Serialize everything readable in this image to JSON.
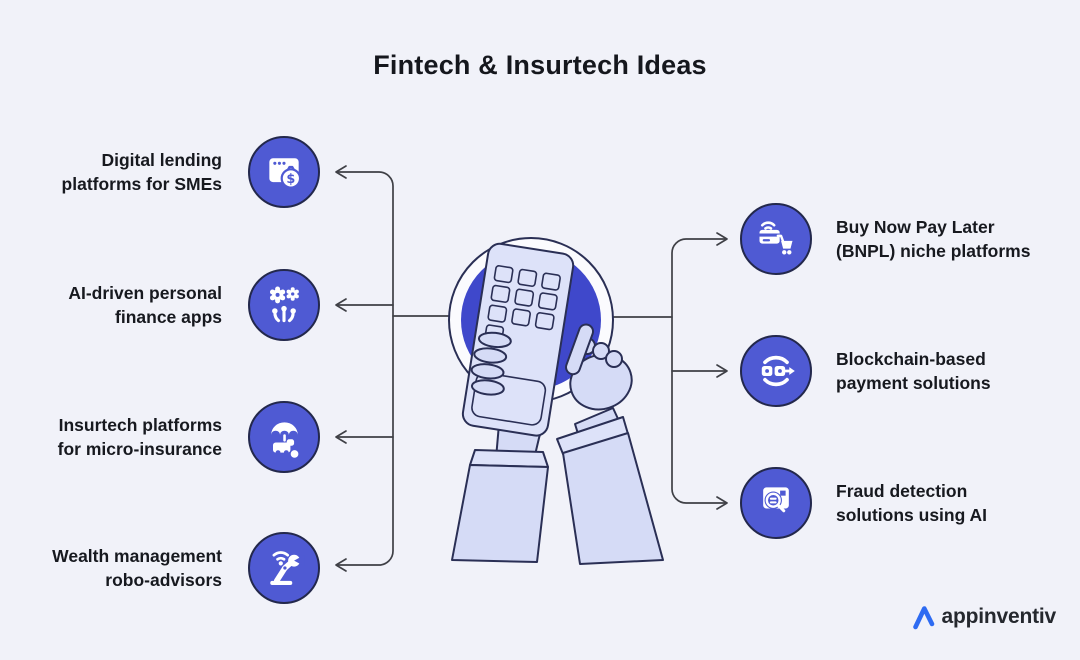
{
  "title": "Fintech & Insurtech Ideas",
  "left_items": [
    {
      "label": "Digital lending\nplatforms for SMEs",
      "icon": "lending-browser-moneybag-icon"
    },
    {
      "label": "AI-driven personal\nfinance apps",
      "icon": "ai-growth-gears-icon"
    },
    {
      "label": "Insurtech platforms\nfor micro-insurance",
      "icon": "umbrella-car-insurance-icon"
    },
    {
      "label": "Wealth management\nrobo-advisors",
      "icon": "robo-arm-wrench-icon"
    }
  ],
  "right_items": [
    {
      "label": "Buy Now Pay Later\n(BNPL) niche platforms",
      "icon": "contactless-card-cart-icon"
    },
    {
      "label": "Blockchain-based\npayment solutions",
      "icon": "blockchain-blocks-icon"
    },
    {
      "label": "Fraud detection\nsolutions using AI",
      "icon": "fraud-magnifier-icon"
    }
  ],
  "center_illustration": "hands-tapping-calculator",
  "logo": {
    "text": "appinventiv",
    "mark": "appinventiv-a-mark"
  },
  "colors": {
    "background": "#f1f2f9",
    "icon_circle": "#4f5ad3",
    "icon_circle_border": "#23284c",
    "center_circle": "#3f48cb",
    "connector_line": "#3f4046",
    "text": "#17191f",
    "logo_blue": "#2e6bf2",
    "illustration_fill": "#d5dbf6"
  }
}
